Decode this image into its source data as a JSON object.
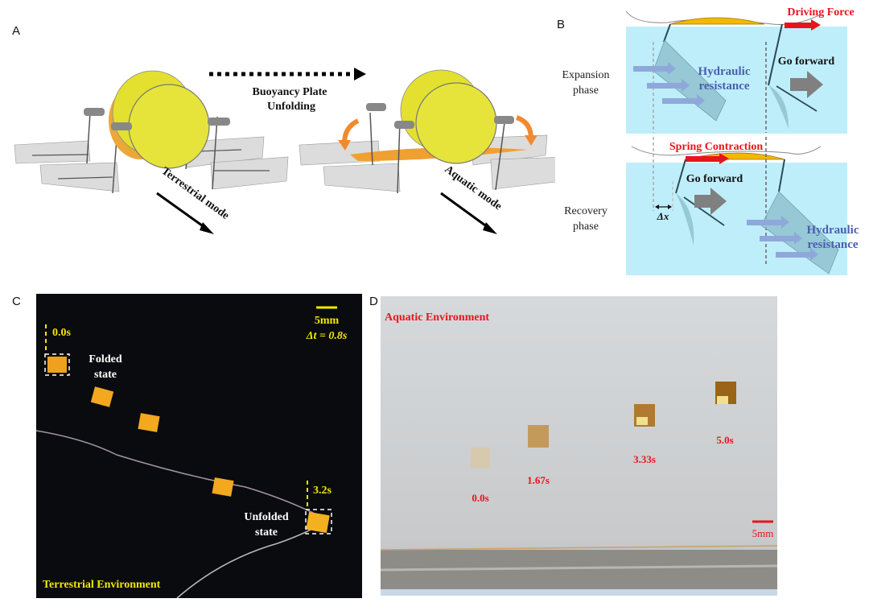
{
  "panels": {
    "A": {
      "label": "A",
      "transition_label_line1": "Buoyancy Plate",
      "transition_label_line2": "Unfolding",
      "terrestrial_mode": "Terrestrial mode",
      "aquatic_mode": "Aquatic mode"
    },
    "B": {
      "label": "B",
      "expansion_phase_line1": "Expansion",
      "expansion_phase_line2": "phase",
      "recovery_phase_line1": "Recovery",
      "recovery_phase_line2": "phase",
      "driving_force": "Driving Force",
      "spring_contraction": "Spring Contraction",
      "go_forward_top": "Go forward",
      "go_forward_bottom": "Go forward",
      "hydraulic_top_line1": "Hydraulic",
      "hydraulic_top_line2": "resistance",
      "hydraulic_bottom_line1": "Hydraulic",
      "hydraulic_bottom_line2": "resistance",
      "delta_x": "Δx"
    },
    "C": {
      "label": "C",
      "start_time": "0.0s",
      "end_time": "3.2s",
      "folded_line1": "Folded",
      "folded_line2": "state",
      "unfolded_line1": "Unfolded",
      "unfolded_line2": "state",
      "scale_bar": "5mm",
      "delta_t": "Δt = 0.8s",
      "environment": "Terrestrial Environment"
    },
    "D": {
      "label": "D",
      "environment": "Aquatic Environment",
      "times": [
        "0.0s",
        "1.67s",
        "3.33s",
        "5.0s"
      ],
      "scale_bar": "5mm"
    }
  },
  "colors": {
    "yellow_label": "#f0e800",
    "red_label": "#e8141c",
    "blue_text": "#4a5fb0",
    "water": "#bfeefb",
    "orange": "#f08a30"
  }
}
